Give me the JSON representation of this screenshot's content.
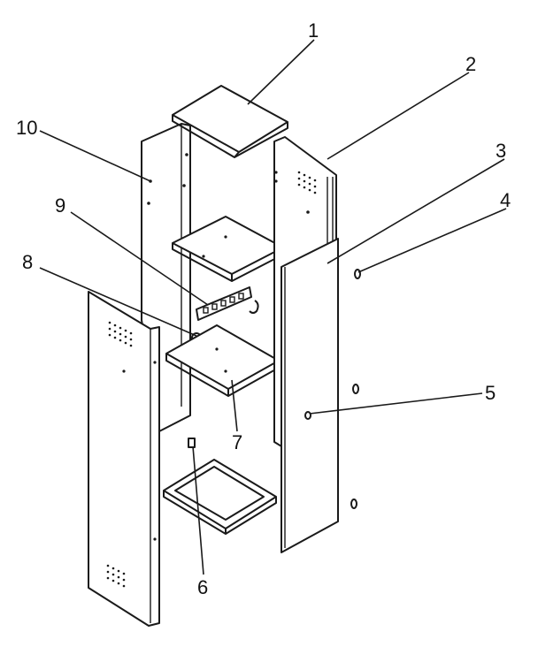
{
  "diagram": {
    "callouts": [
      {
        "id": "1",
        "label": "1"
      },
      {
        "id": "2",
        "label": "2"
      },
      {
        "id": "3",
        "label": "3"
      },
      {
        "id": "4",
        "label": "4"
      },
      {
        "id": "5",
        "label": "5"
      },
      {
        "id": "6",
        "label": "6"
      },
      {
        "id": "7",
        "label": "7"
      },
      {
        "id": "8",
        "label": "8"
      },
      {
        "id": "9",
        "label": "9"
      },
      {
        "id": "10",
        "label": "10"
      }
    ]
  },
  "colors": {
    "ink": "#1a1a1a",
    "paper": "#ffffff"
  }
}
